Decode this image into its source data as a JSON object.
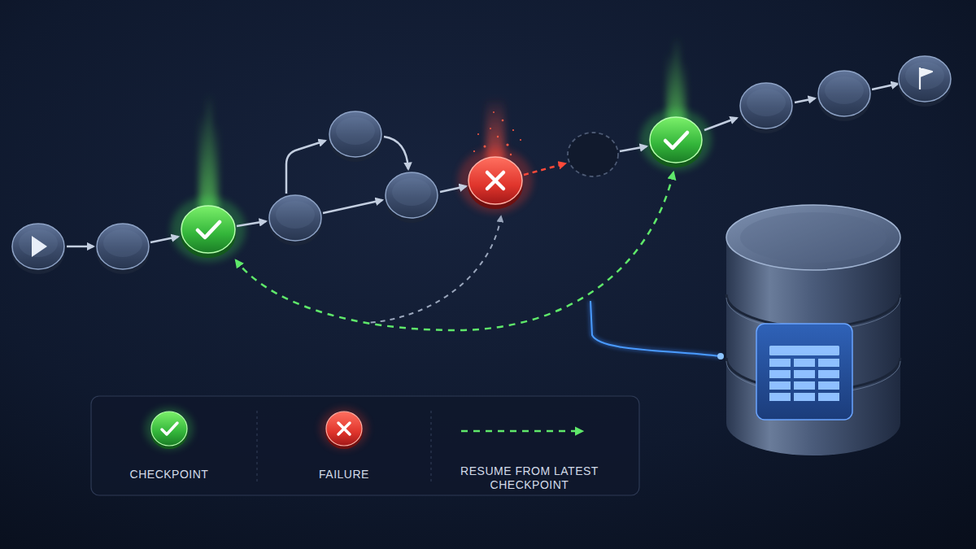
{
  "diagram": {
    "legend": [
      {
        "text": "CHECKPOINT"
      },
      {
        "text": "FAILURE"
      },
      {
        "text": "RESUME FROM LATEST CHECKPOINT"
      }
    ]
  }
}
